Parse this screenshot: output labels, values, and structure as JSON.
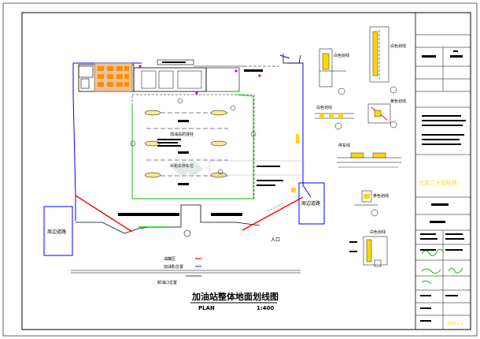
{
  "drawing": {
    "main_title": "加油站整体地面划线图",
    "subtitle": "PLAN",
    "scale": "1:400",
    "entrance_label": "入口",
    "left_gate_label": "周边道路",
    "right_gate_label": "周边道路",
    "center_note_1": "加油岛防撞柱",
    "center_note_2": "出租车停车位",
    "legend_line_1": "油罐区",
    "legend_line_2": "加油机位置",
    "legend_line_3": "卸油口位置"
  },
  "details": {
    "detail_a_label": "白色划线",
    "detail_b_label": "白色划线",
    "detail_c_label": "白色划线",
    "detail_d_label": "黄色划线",
    "detail_e_label": "停车线",
    "detail_f_label": "黄色划线",
    "detail_g_label": "白色划线"
  },
  "title_block": {
    "project_name": "大连二十站标线",
    "date": "2001.1"
  },
  "colors": {
    "line_main": "#000000",
    "blue": "#0000ff",
    "red": "#ff0000",
    "green": "#00cc00",
    "yellow": "#ffd700",
    "magenta": "#cc00cc",
    "orange": "#ff8c00",
    "title_block_text": "#ffd700"
  }
}
